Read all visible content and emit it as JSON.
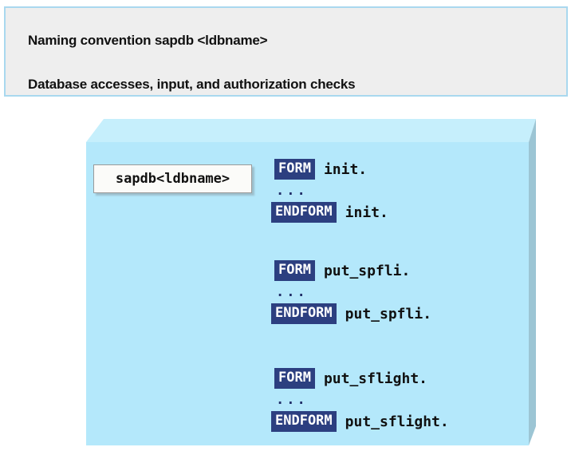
{
  "header": {
    "line1": "Naming convention sapdb <ldbname>",
    "line2": "Database accesses, input, and authorization checks",
    "background": "#eeeeee",
    "border_color": "#a9d8ef"
  },
  "block": {
    "label": "sapdb<ldbname>",
    "front_color": "#b4e8fb",
    "top_color": "#c6effc",
    "side_color": "#9cc5d4"
  },
  "code_blocks": [
    {
      "open_keyword": "FORM",
      "open_name": "init.",
      "ellipsis": "...",
      "close_keyword": "ENDFORM",
      "close_name": "init."
    },
    {
      "open_keyword": "FORM",
      "open_name": "put_spfli.",
      "ellipsis": "...",
      "close_keyword": "ENDFORM",
      "close_name": "put_spfli."
    },
    {
      "open_keyword": "FORM",
      "open_name": "put_sflight.",
      "ellipsis": "...",
      "close_keyword": "ENDFORM",
      "close_name": "put_sflight."
    }
  ],
  "colors": {
    "keyword_bg": "#2c3f80",
    "keyword_fg": "#ffffff",
    "text": "#111111"
  }
}
